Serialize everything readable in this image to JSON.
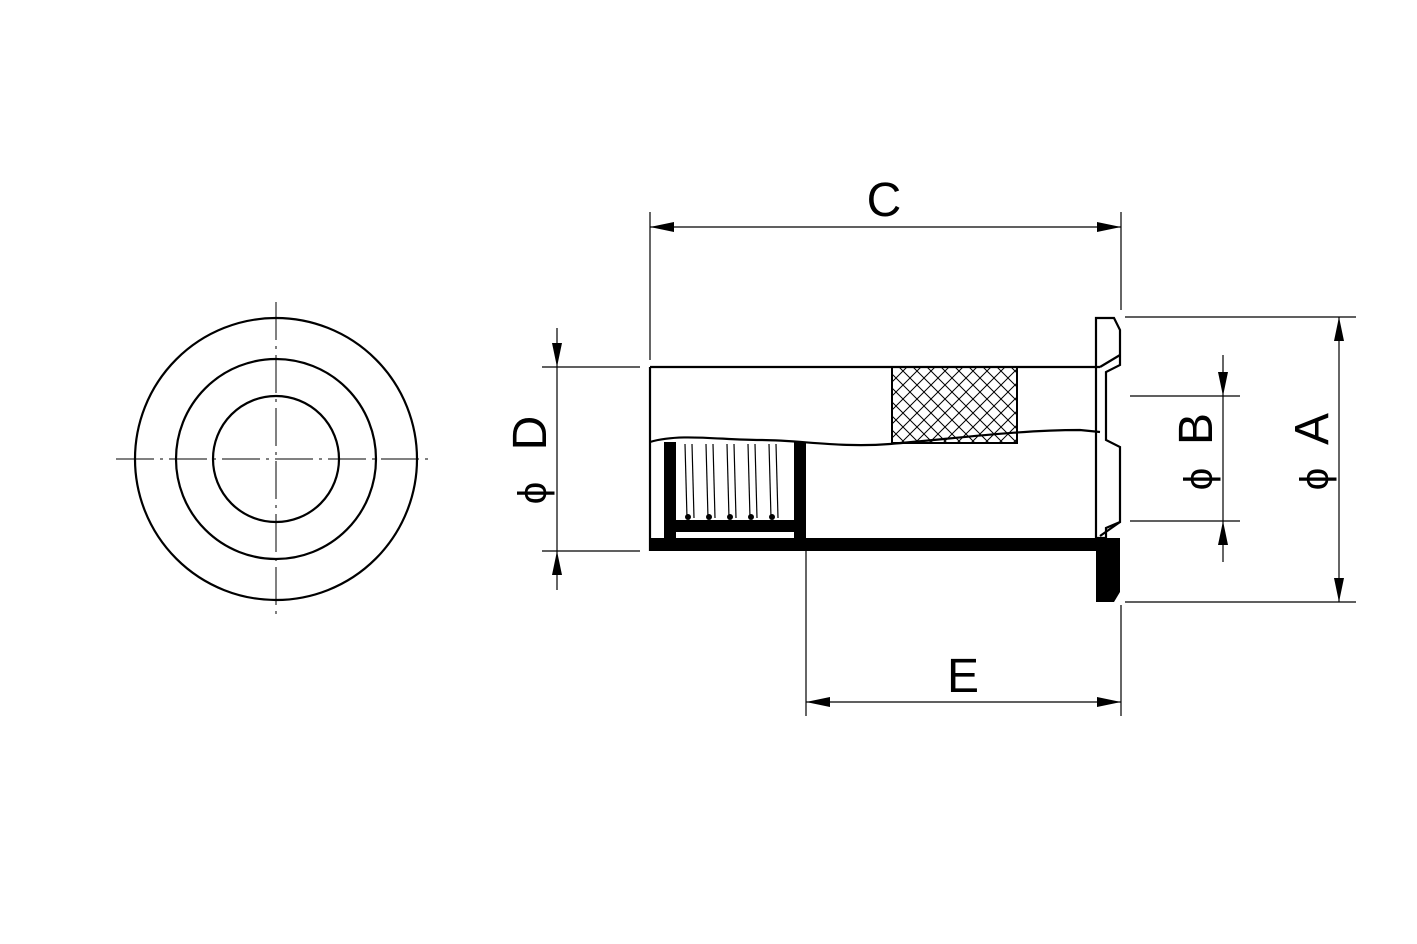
{
  "drawing": {
    "subject": "",
    "labels": {
      "C": "C",
      "E": "E",
      "D": "D",
      "B": "B",
      "A": "A",
      "diameter_symbol": "ϕ"
    },
    "colors": {
      "ink": "#000000",
      "paper": "#ffffff"
    }
  }
}
